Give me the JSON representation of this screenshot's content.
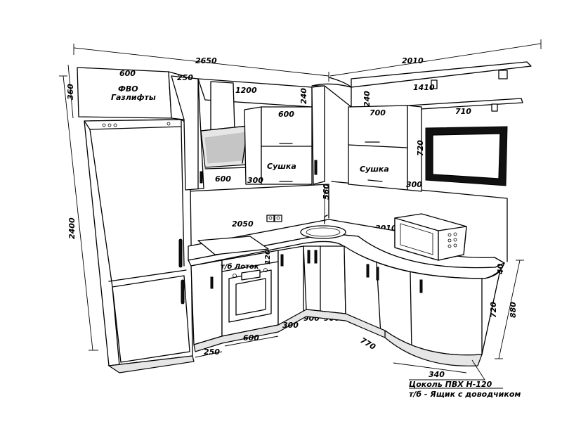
{
  "dimensions": {
    "total_left_width": "2650",
    "total_right_width": "2010",
    "height_total": "2400",
    "wall_cabinet_height": "360",
    "fvo_width": "600",
    "cab_250_top": "250",
    "hood_width": "1200",
    "corner_240_left": "240",
    "dryer_left_width": "600",
    "hob_width": "600",
    "dryer_left_depth": "300",
    "backsplash_height": "560",
    "worktop_left": "2050",
    "worktop_right": "2010",
    "shelf_width": "1410",
    "corner_240_right": "240",
    "dryer_right_width": "700",
    "tv_width": "710",
    "tv_height": "720",
    "dryer_right_depth": "300",
    "plinth_250": "250",
    "oven_cab_600": "600",
    "base_300": "300",
    "corner_base": "900*900",
    "drawer_120": "120",
    "base_770": "770",
    "base_340": "340",
    "counter_thickness": "40",
    "base_height_720": "720",
    "base_height_880": "880"
  },
  "labels": {
    "fvo_line1": "ФВО",
    "fvo_line2": "Газлифты",
    "dryer_left": "Сушка",
    "dryer_right": "Сушка",
    "drawer_tray": "т/б Лоток",
    "plinth": "Цоколь ПВХ Н-120",
    "drawer_note": "т/б - Ящик с доводчиком"
  },
  "colors": {
    "line": "#000000",
    "background": "#ffffff"
  }
}
